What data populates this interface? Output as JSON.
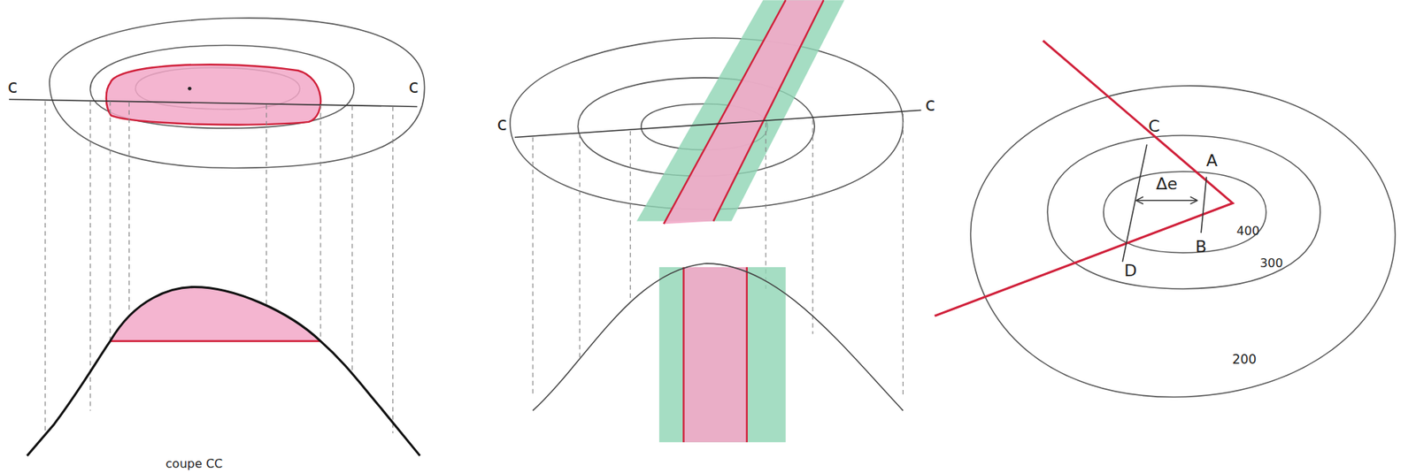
{
  "diagram": {
    "labels": [
      "c",
      "c",
      "coupe CC",
      "c",
      "c",
      "C",
      "A",
      "Δe",
      "400",
      "300",
      "B",
      "D",
      "200"
    ]
  }
}
